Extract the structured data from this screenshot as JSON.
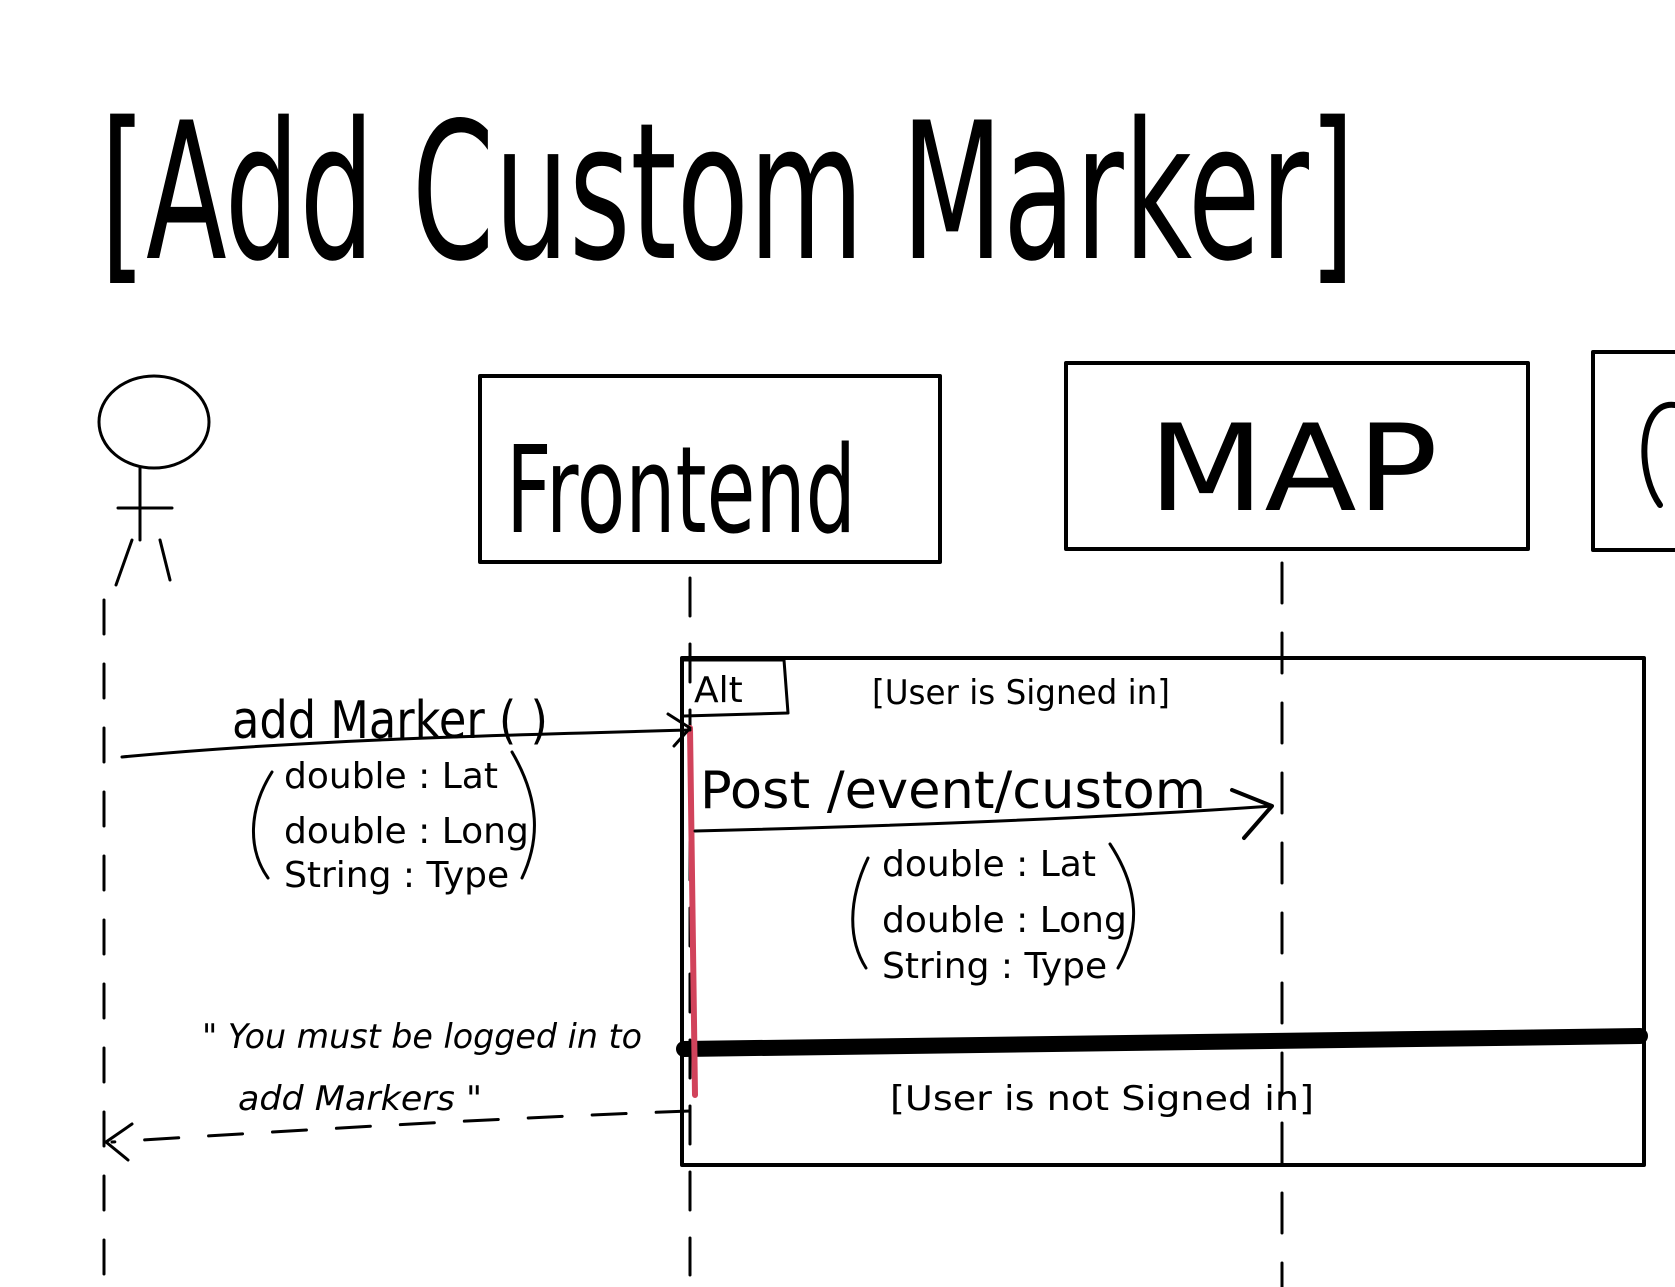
{
  "title": "[Add Custom Marker]",
  "participants": {
    "frontend": "Frontend",
    "map": "MAP"
  },
  "messages": {
    "add_marker": {
      "label": "add Marker ( )",
      "params": [
        "double : Lat",
        "double : Long",
        "String : Type"
      ]
    },
    "post_event": {
      "label": "Post /event/custom",
      "params": [
        "double : Lat",
        "double : Long",
        "String : Type"
      ]
    },
    "reply": {
      "line1": "\" You must be logged in to",
      "line2": "add Markers \""
    }
  },
  "fragment": {
    "operator": "Alt",
    "guard_true": "[User is Signed in]",
    "guard_false": "[User is not Signed in]"
  },
  "colors": {
    "ink": "#000000",
    "activation": "#d1435b",
    "background": "#ffffff"
  }
}
